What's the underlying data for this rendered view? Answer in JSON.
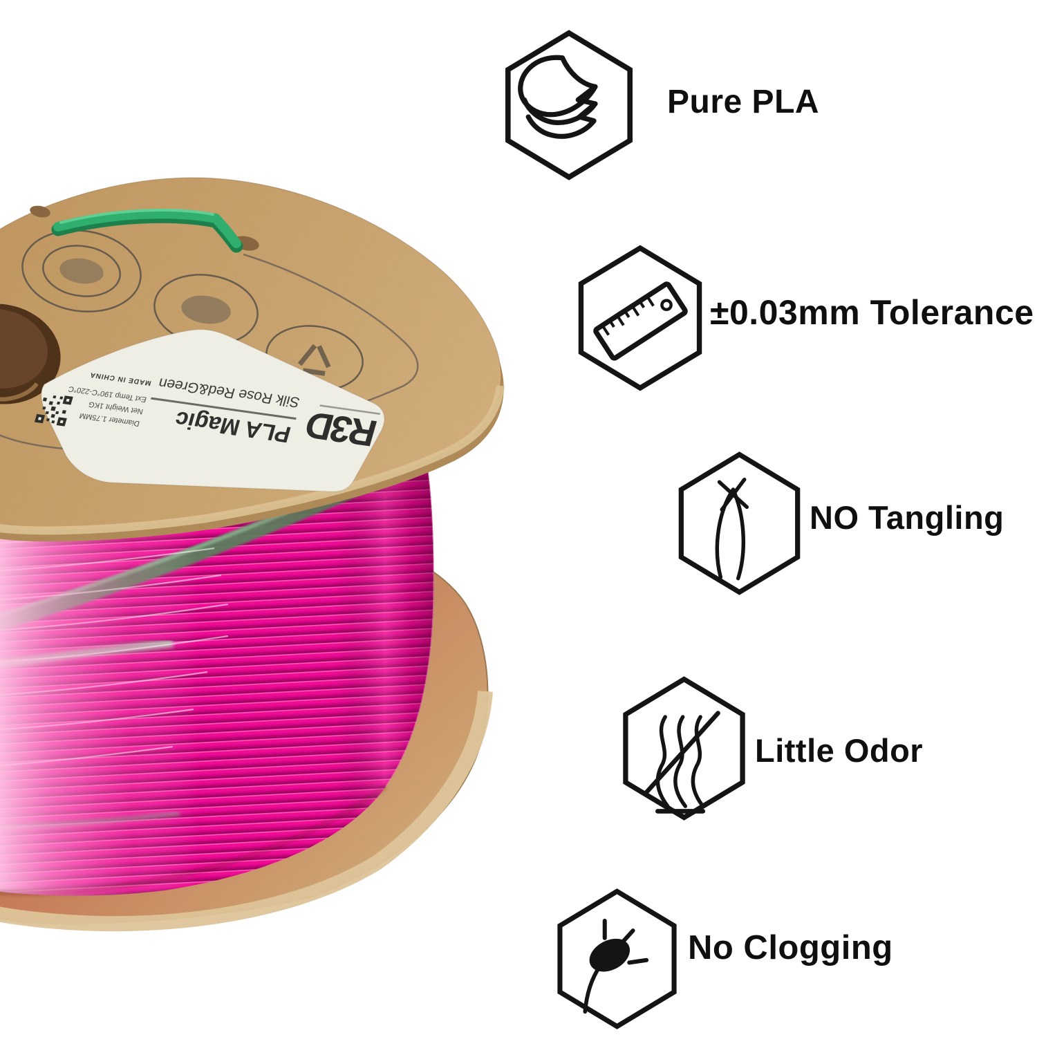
{
  "features": [
    {
      "id": "pure-pla",
      "icon": "layers-icon",
      "label": "Pure PLA"
    },
    {
      "id": "tolerance",
      "icon": "ruler-icon",
      "label": "±0.03mm Tolerance"
    },
    {
      "id": "no-tangling",
      "icon": "filament-loop-icon",
      "label": "NO Tangling"
    },
    {
      "id": "little-odor",
      "icon": "odor-waves-icon",
      "label": "Little Odor"
    },
    {
      "id": "no-clogging",
      "icon": "nozzle-clog-icon",
      "label": "No Clogging"
    }
  ],
  "spool_label": {
    "brand": "R3D",
    "series": "PLA Magic",
    "color_name": "Silk Rose Red&Green",
    "specs": [
      "Diameter 1.75MM",
      "Net Weight 1KG",
      "Ext Temp 190°C-220°C"
    ],
    "origin": "MADE IN CHINA"
  },
  "palette": {
    "filament_magenta": "#ed0b94",
    "filament_highlight_pink": "#ff55b6",
    "filament_green_strand": "#5c7e5b",
    "clip_green": "#2fae6d",
    "cardboard_tan": "#cba570",
    "cardboard_edge": "#dcc193",
    "flange_salmon": "#c86f54",
    "label_white": "#efeee4",
    "icon_black": "#141414"
  }
}
